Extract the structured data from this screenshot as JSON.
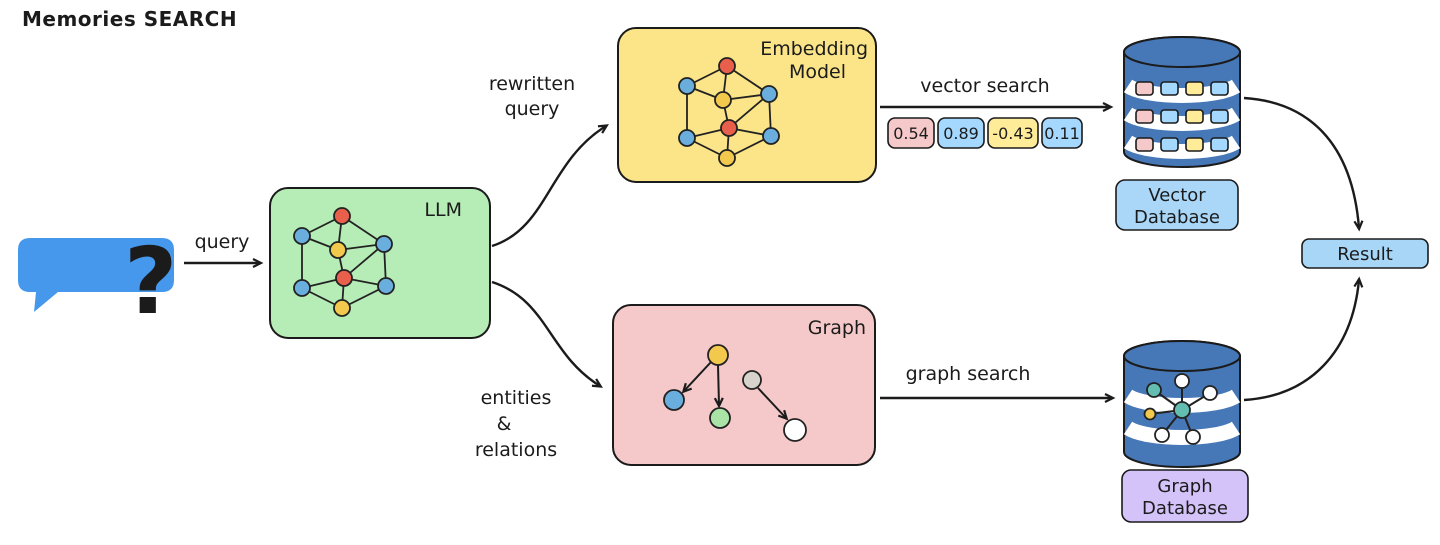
{
  "title": "Memories SEARCH",
  "chat": {
    "question_mark": "?"
  },
  "labels": {
    "query": "query",
    "rewritten_query": [
      "rewritten",
      "query"
    ],
    "entities_relations": [
      "entities",
      "&",
      "relations"
    ],
    "vector_search": "vector search",
    "graph_search": "graph search"
  },
  "llm": {
    "label": "LLM"
  },
  "embedding": {
    "label": [
      "Embedding",
      "Model"
    ]
  },
  "graph": {
    "label": "Graph"
  },
  "vector": {
    "values": [
      "0.54",
      "0.89",
      "-0.43",
      "0.11"
    ],
    "chip_colors": [
      "#f5c9c9",
      "#a5d8ff",
      "#ffec99",
      "#a5d8ff"
    ]
  },
  "vector_db": {
    "label": [
      "Vector",
      "Database"
    ]
  },
  "graph_db": {
    "label": [
      "Graph",
      "Database"
    ]
  },
  "result": {
    "label": "Result"
  },
  "colors": {
    "stroke": "#1b1b1b",
    "chat_bubble": "#4598ec",
    "question_mark": "#e03131",
    "llm_box": "#b6ecb6",
    "embedding_box": "#fbe588",
    "graph_box": "#f5c9c9",
    "db_cylinder": "#4678b8",
    "vector_badge": "#aad7f8",
    "graph_badge": "#d4c3f8",
    "result_box": "#a8d6f7",
    "node_red": "#e8604c",
    "node_blue": "#6aaede",
    "node_yellow": "#f2c94c",
    "node_green": "#a9e3a5",
    "node_teal": "#63bdb0"
  }
}
